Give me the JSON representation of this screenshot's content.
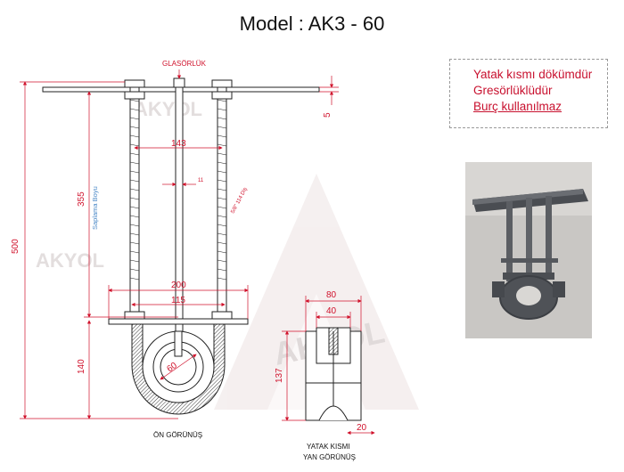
{
  "title": "Model : AK3 - 60",
  "notes": [
    "Yatak kısmı dökümdür",
    "Gresörlüklüdür",
    "Burç kullanılmaz"
  ],
  "watermark": "AKYOL",
  "labels": {
    "glasorluk": "GLASÖRLÜK",
    "front_view": "ÖN GÖRÜNÜŞ",
    "side_view_1": "YATAK KISMI",
    "side_view_2": "YAN GÖRÜNÜŞ",
    "stud_length": "Saplama Boyu",
    "thread": "5/8\" 114 Diş"
  },
  "dimensions": {
    "total_height": "500",
    "stud_length": "355",
    "lower_height": "140",
    "plate_thickness": "5",
    "stud_spacing": "143",
    "small_gap": "11",
    "outer_width": "200",
    "inner_width": "115",
    "bore": "60",
    "side_width": "80",
    "side_inner": "40",
    "side_height": "137",
    "side_base": "20"
  },
  "colors": {
    "dimension": "#d0112b",
    "line": "#222222",
    "watermark": "#e8e2e2"
  }
}
